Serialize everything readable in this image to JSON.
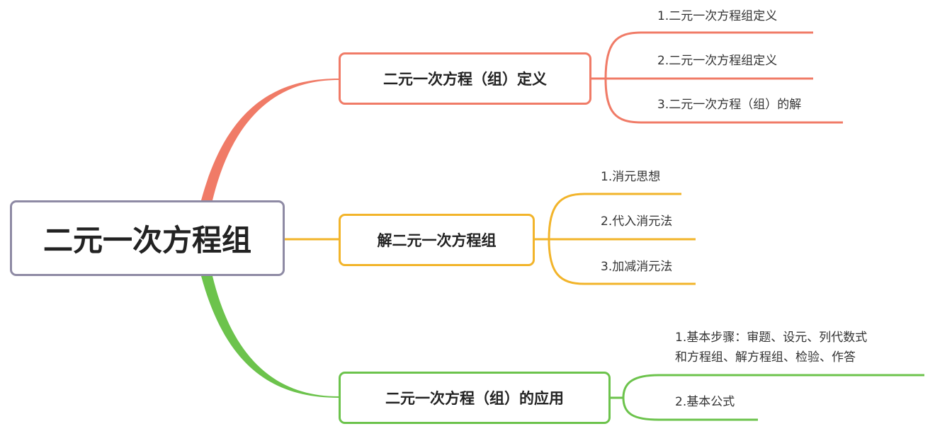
{
  "root": {
    "label": "二元一次方程组",
    "color": "#8e8aa4"
  },
  "branches": [
    {
      "label": "二元一次方程（组）定义",
      "color": "#f07b67",
      "children": [
        "1.二元一次方程组定义",
        "2.二元一次方程组定义",
        "3.二元一次方程（组）的解"
      ]
    },
    {
      "label": "解二元一次方程组",
      "color": "#f2b42a",
      "children": [
        "1.消元思想",
        "2.代入消元法",
        "3.加减消元法"
      ]
    },
    {
      "label": "二元一次方程（组）的应用",
      "color": "#6cc34c",
      "children": [
        "1.基本步骤：审题、设元、列代数式",
        "和方程组、解方程组、检验、作答",
        "2.基本公式"
      ]
    }
  ]
}
